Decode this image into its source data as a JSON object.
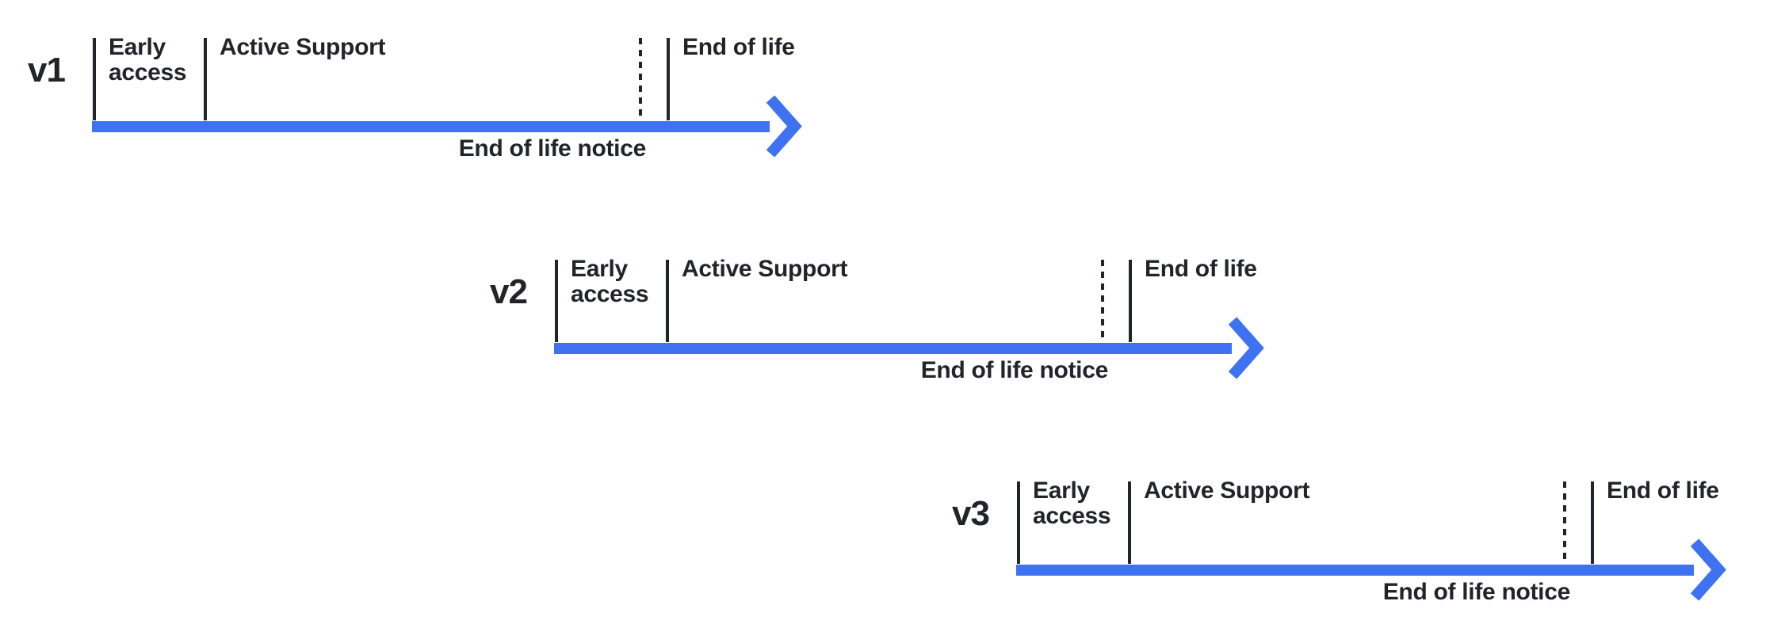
{
  "colors": {
    "accent_blue": "#3e72f1",
    "ink": "#212428",
    "background": "#ffffff"
  },
  "timelines": [
    {
      "version": "v1",
      "early_access_label": "Early access",
      "active_support_label": "Active Support",
      "end_of_life_label": "End of life",
      "end_of_life_notice_label": "End of life notice"
    },
    {
      "version": "v2",
      "early_access_label": "Early access",
      "active_support_label": "Active Support",
      "end_of_life_label": "End of life",
      "end_of_life_notice_label": "End of life notice"
    },
    {
      "version": "v3",
      "early_access_label": "Early access",
      "active_support_label": "Active Support",
      "end_of_life_label": "End of life",
      "end_of_life_notice_label": "End of life notice"
    }
  ]
}
